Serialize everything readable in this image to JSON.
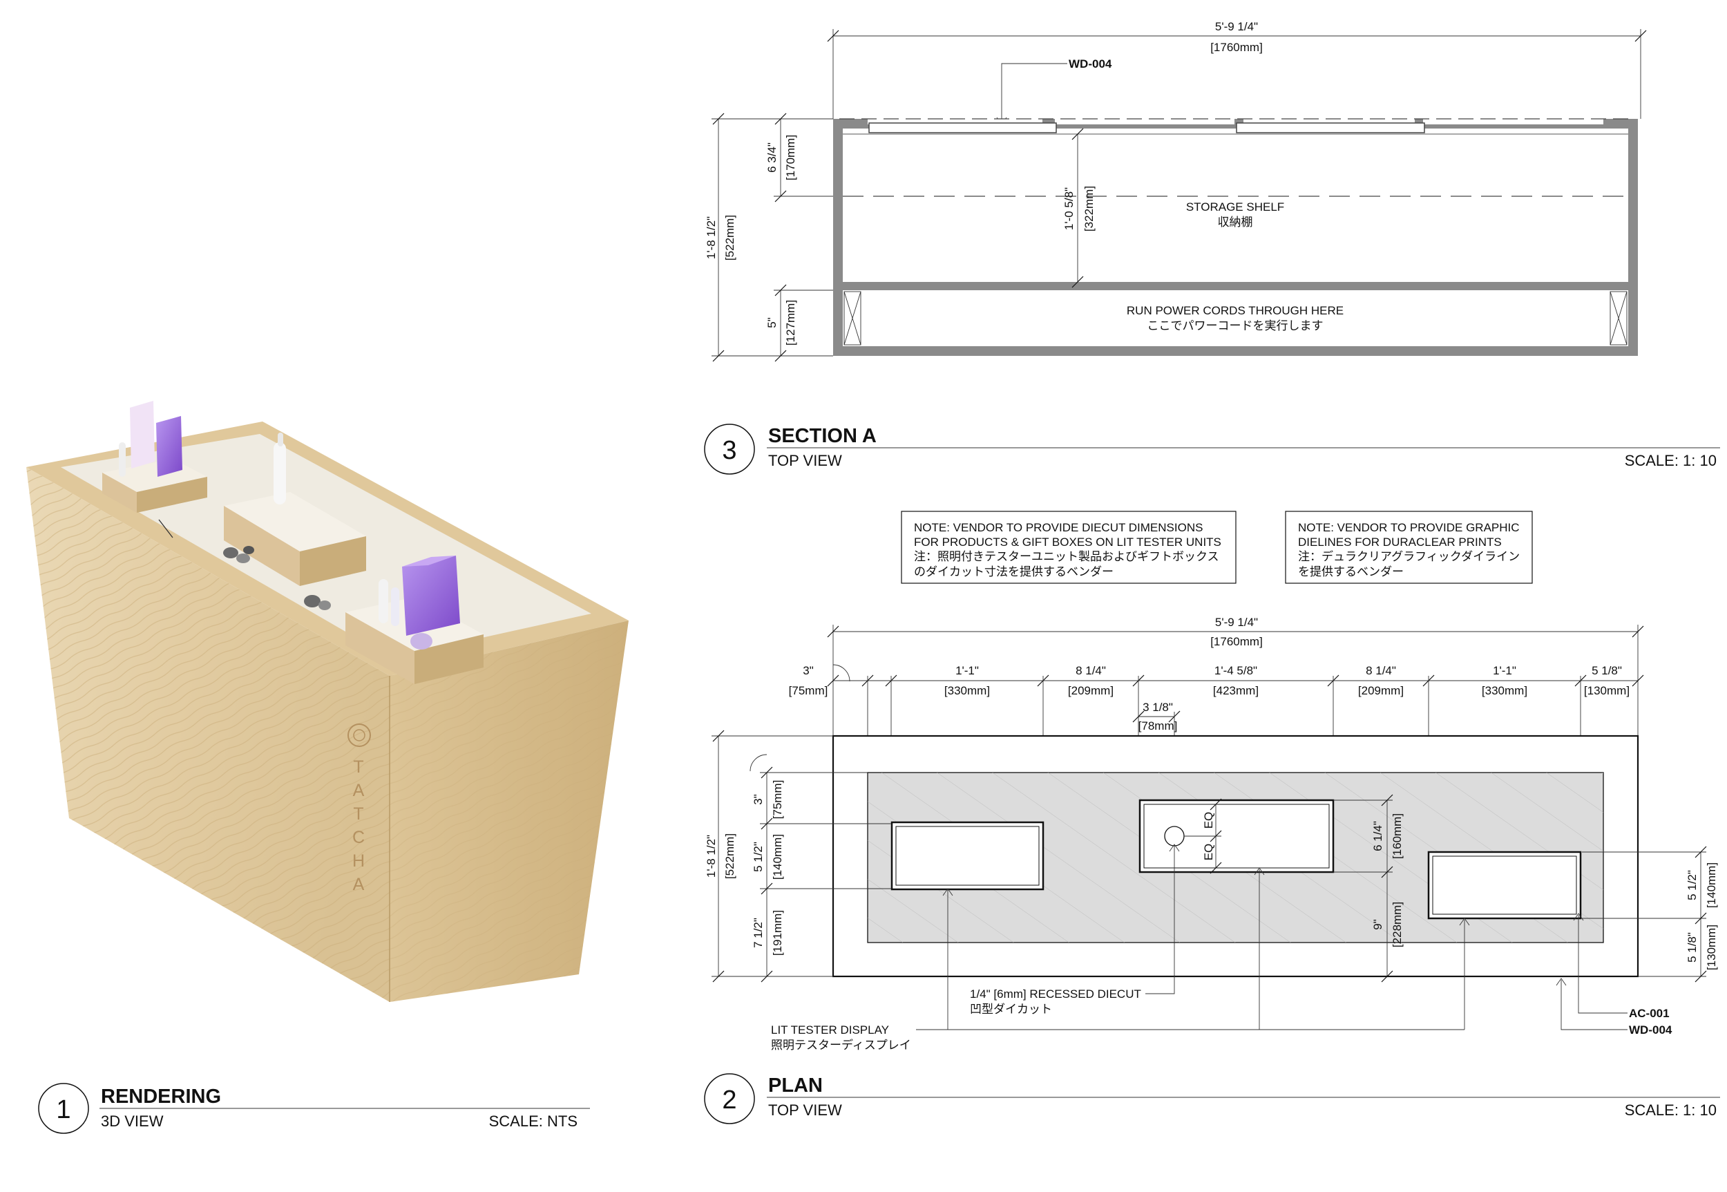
{
  "section_a": {
    "overall_dim": "5'-9 1/4\"",
    "overall_dim_mm": "[1760mm]",
    "callout_wd": "WD-004",
    "storage_shelf": "STORAGE SHELF",
    "storage_shelf_jp": "収納棚",
    "power_cords": "RUN POWER CORDS THROUGH HERE",
    "power_cords_jp": "ここでパワーコードを実行します",
    "height_total": "1'-8 1/2\"",
    "height_total_mm": "[522mm]",
    "height_top": "6 3/4\"",
    "height_top_mm": "[170mm]",
    "height_bottom": "5\"",
    "height_bottom_mm": "[127mm]",
    "shelf_height": "1'-0 5/8\"",
    "shelf_height_mm": "[322mm]",
    "title_number": "3",
    "title": "SECTION A",
    "view": "TOP VIEW",
    "scale": "SCALE: 1: 10"
  },
  "notes": {
    "note1": [
      "NOTE: VENDOR TO PROVIDE DIECUT DIMENSIONS",
      "FOR PRODUCTS & GIFT BOXES ON LIT TESTER UNITS",
      "注：照明付きテスターユニット製品およびギフトボックス",
      "のダイカット寸法を提供するベンダー"
    ],
    "note2": [
      "NOTE: VENDOR TO PROVIDE GRAPHIC",
      "DIELINES FOR DURACLEAR PRINTS",
      "注：デュラクリアグラフィックダイライン",
      "を提供するベンダー"
    ]
  },
  "plan": {
    "overall_dim": "5'-9 1/4\"",
    "overall_dim_mm": "[1760mm]",
    "d1": "3\"",
    "d1_mm": "[75mm]",
    "d2": "1'-1\"",
    "d2_mm": "[330mm]",
    "d3": "8 1/4\"",
    "d3_mm": "[209mm]",
    "d4": "1'-4 5/8\"",
    "d4_mm": "[423mm]",
    "d5": "8 1/4\"",
    "d5_mm": "[209mm]",
    "d6": "1'-1\"",
    "d6_mm": "[330mm]",
    "d7": "5 1/8\"",
    "d7_mm": "[130mm]",
    "d_circle": "3 1/8\"",
    "d_circle_mm": "[78mm]",
    "h_total": "1'-8 1/2\"",
    "h_total_mm": "[522mm]",
    "h1": "3\"",
    "h1_mm": "[75mm]",
    "h2": "5 1/2\"",
    "h2_mm": "[140mm]",
    "h3": "7 1/2\"",
    "h3_mm": "[191mm]",
    "eq": "EQ",
    "c_h1": "6 1/4\"",
    "c_h1_mm": "[160mm]",
    "c_h2": "9\"",
    "c_h2_mm": "[228mm]",
    "r_h1": "5 1/2\"",
    "r_h1_mm": "[140mm]",
    "r_h2": "5 1/8\"",
    "r_h2_mm": "[130mm]",
    "recessed": "1/4\" [6mm] RECESSED DIECUT",
    "recessed_jp": "凹型ダイカット",
    "lit_tester": "LIT TESTER DISPLAY",
    "lit_tester_jp": "照明テスターディスプレイ",
    "ac": "AC-001",
    "wd": "WD-004",
    "title_number": "2",
    "title": "PLAN",
    "view": "TOP VIEW",
    "scale": "SCALE: 1: 10"
  },
  "rendering": {
    "brand": "TATCHA",
    "title_number": "1",
    "title": "RENDERING",
    "view": "3D VIEW",
    "scale": "SCALE: NTS"
  },
  "colors": {
    "wood": "#e6d3ae",
    "wood_dark": "#d4bc8e",
    "purple": "#9b6ed8",
    "sand": "#efebe1",
    "plan_fill": "#dcdcdc",
    "section_wall": "#888888"
  }
}
